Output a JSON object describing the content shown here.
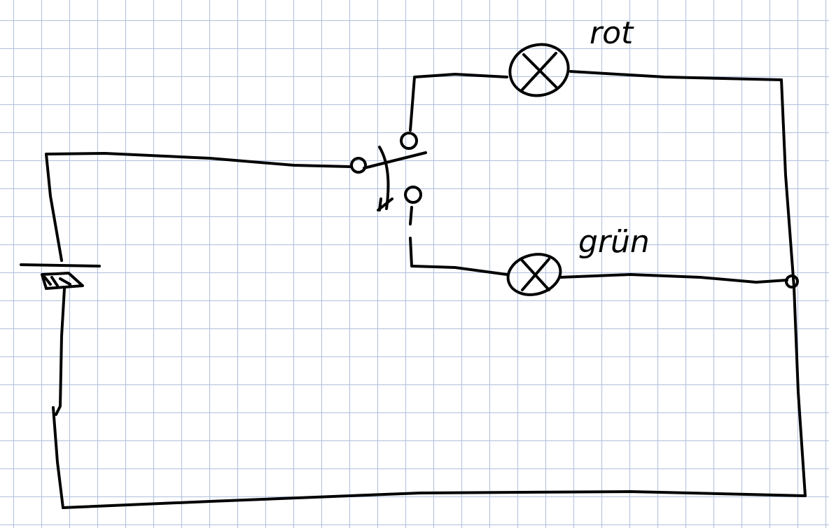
{
  "diagram": {
    "type": "circuit-sketch",
    "components": {
      "battery": "battery-symbol",
      "switch": "changeover-switch",
      "lamp_top": {
        "label": "rot"
      },
      "lamp_bottom": {
        "label": "grün"
      }
    },
    "colors": {
      "grid": "#aebfdc",
      "ink": "#000000"
    }
  }
}
